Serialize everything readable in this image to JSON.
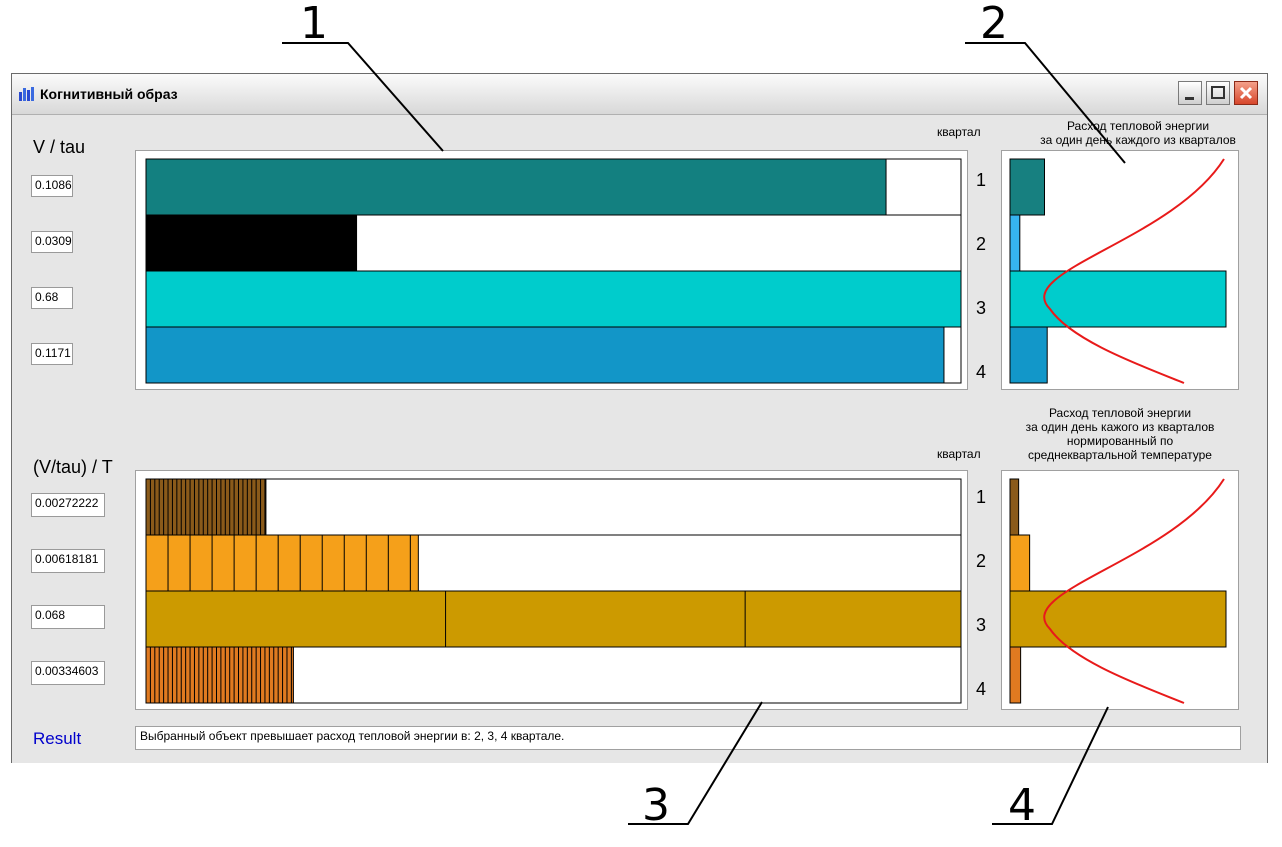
{
  "window": {
    "title": "Когнитивный образ"
  },
  "callouts": [
    "1",
    "2",
    "3",
    "4"
  ],
  "top_section": {
    "label": "V / tau",
    "kvartal_label": "квартал",
    "fields": [
      "0.1086",
      "0.0309",
      "0.68",
      "0.1171"
    ],
    "quarters": [
      "1",
      "2",
      "3",
      "4"
    ],
    "side_title_lines": [
      "Расход тепловой энергии",
      "за один день каждого из кварталов"
    ]
  },
  "bottom_section": {
    "label": "(V/tau) / T",
    "kvartal_label": "квартал",
    "fields": [
      "0.00272222",
      "0.00618181",
      "0.068",
      "0.00334603"
    ],
    "quarters": [
      "1",
      "2",
      "3",
      "4"
    ],
    "side_title_lines": [
      "Расход тепловой энергии",
      "за один день кажого из кварталов",
      "нормированный по",
      "среднеквартальной температуре"
    ]
  },
  "result": {
    "label": "Result",
    "text": "Выбранный объект превышает расход тепловой энергии в:  2, 3, 4 квартале."
  },
  "colors": {
    "q1_top": "#138080",
    "q2_top": "#000000",
    "q3_top": "#00cccc",
    "q4_top": "#1296c8",
    "q1_side": "#178080",
    "q2_side": "#36b4f0",
    "q3_side": "#00cccc",
    "q4_side": "#1297c9",
    "q1_bottom": "#8a5a1a",
    "q2_bottom": "#f5a01a",
    "q3_bottom": "#cc9a00",
    "q4_bottom": "#e07a20",
    "curve": "#e81a1a",
    "result_label": "#0000cc"
  },
  "chart_data": [
    {
      "type": "bar",
      "categories": [
        "1",
        "2",
        "3",
        "4"
      ],
      "values": [
        0.1086,
        0.0309,
        0.68,
        0.1171
      ],
      "segments": [
        0.1086,
        0.0309,
        0.68,
        0.1171
      ],
      "xlim": [
        0,
        0.1196
      ]
    },
    {
      "type": "bar",
      "categories": [
        "1",
        "2",
        "3",
        "4"
      ],
      "values": [
        0.1086,
        0.0309,
        0.68,
        0.1171
      ],
      "xlim": [
        0,
        0.68
      ]
    },
    {
      "type": "bar",
      "categories": [
        "1",
        "2",
        "3",
        "4"
      ],
      "values": [
        0.00272222,
        0.00618181,
        0.068,
        0.00334603
      ],
      "segments": [
        0.0001,
        0.0005,
        0.0068,
        0.0001
      ],
      "xlim": [
        0,
        0.0185
      ]
    },
    {
      "type": "bar",
      "categories": [
        "1",
        "2",
        "3",
        "4"
      ],
      "values": [
        0.00272222,
        0.00618181,
        0.068,
        0.00334603
      ],
      "xlim": [
        0,
        0.068
      ]
    }
  ]
}
